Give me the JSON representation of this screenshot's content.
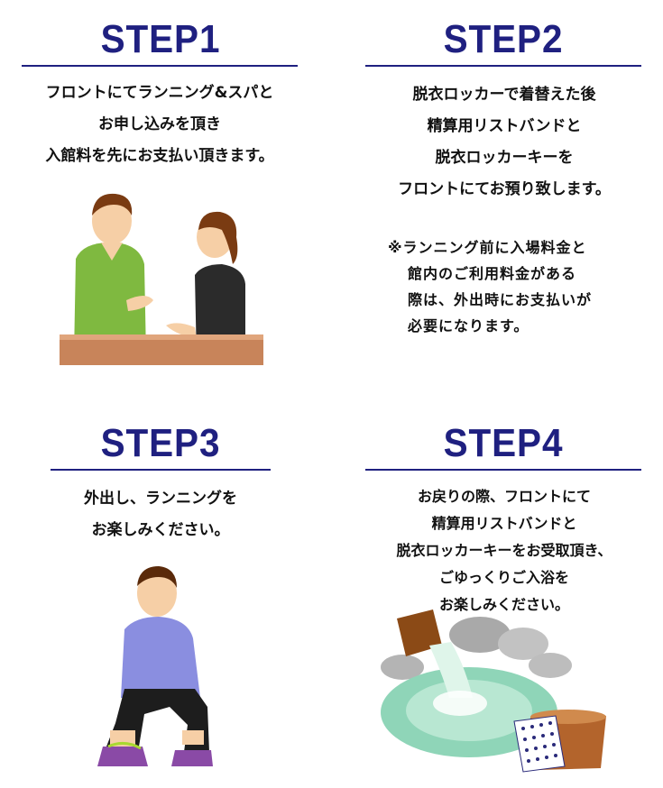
{
  "step1": {
    "title": "STEP1",
    "lines": [
      "フロントにてランニング&スパと",
      "お申し込みを頂き",
      "入館料を先にお支払い頂きます。"
    ]
  },
  "step2": {
    "title": "STEP2",
    "lines": [
      "脱衣ロッカーで着替えた後",
      "精算用リストバンドと",
      "脱衣ロッカーキーを",
      "フロントにてお預り致します。"
    ],
    "note_lines": [
      "※ランニング前に入場料金と",
      "館内のご利用料金がある",
      "際は、外出時にお支払いが",
      "必要になります。"
    ]
  },
  "step3": {
    "title": "STEP3",
    "lines": [
      "外出し、ランニングを",
      "お楽しみください。"
    ]
  },
  "step4": {
    "title": "STEP4",
    "lines": [
      "お戻りの際、フロントにて",
      "精算用リストバンドと",
      "脱衣ロッカーキーをお受取頂き、",
      "ごゆっくりご入浴を",
      "お楽しみください。"
    ]
  },
  "colors": {
    "heading": "#1f2080",
    "text": "#111111"
  },
  "illustrations": {
    "step1": "front-desk-reception-illustration",
    "step3": "runner-tying-shoes-illustration",
    "step4": "hot-spring-bath-illustration"
  }
}
